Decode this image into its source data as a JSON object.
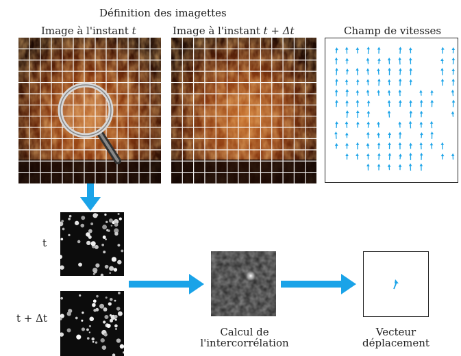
{
  "header": {
    "title": "Définition des imagettes",
    "image_t": "Image à l'instant",
    "image_t_var": "t",
    "image_tdt": "Image à l'instant",
    "image_tdt_var": "t + Δt",
    "velocity_field": "Champ de vitesses"
  },
  "labels": {
    "t": "t",
    "t_dt": "t + Δt",
    "correlation_line1": "Calcul de",
    "correlation_line2": "l'intercorrélation",
    "vector_line1": "Vecteur",
    "vector_line2": "déplacement"
  },
  "colors": {
    "arrow": "#1aa3e8",
    "fire_dark": "#2a0f04",
    "fire_mid": "#8a3a10",
    "fire_bright": "#e09040"
  },
  "icons": [
    "magnifier-icon"
  ]
}
